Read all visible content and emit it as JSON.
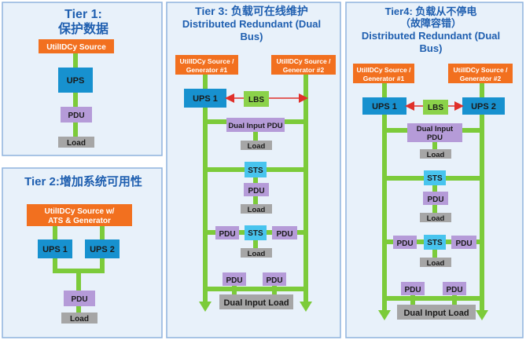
{
  "colors": {
    "panel_bg": "#e8f1fa",
    "panel_border": "#8fb3dd",
    "title": "#1f5fb0",
    "source": "#f2701f",
    "ups": "#1791cf",
    "pdu": "#b59bd8",
    "load": "#a6a6a6",
    "sts": "#48c4ee",
    "lbs": "#8bd24a",
    "line": "#7ccb3a",
    "link": "#e0302a"
  },
  "tier1": {
    "title": "Tier 1:",
    "subtitle": "保护数据",
    "source": "UtilIDCy Source",
    "ups": "UPS",
    "pdu": "PDU",
    "load": "Load"
  },
  "tier2": {
    "title": "Tier 2:增加系统可用性",
    "source_line1": "UtilIDCy Source w/",
    "source_line2": "ATS & Generator",
    "ups1": "UPS 1",
    "ups2": "UPS 2",
    "pdu": "PDU",
    "load": "Load"
  },
  "tier3": {
    "title": "Tier 3: 负载可在线维护",
    "subtitle_line1": "Distributed Redundant (Dual",
    "subtitle_line2": "Bus)",
    "source1_line1": "UtilIDCy Source /",
    "source1_line2": "Generator #1",
    "source2_line1": "UtilIDCy Source /",
    "source2_line2": "Generator #2",
    "ups1": "UPS 1",
    "lbs": "LBS",
    "dual_pdu": "Dual Input PDU",
    "load": "Load",
    "sts": "STS",
    "pdu": "PDU",
    "dual_load": "Dual Input Load"
  },
  "tier4": {
    "title": "Tier4: 负载从不停电",
    "subtitle_cn": "（故障容错）",
    "subtitle_line1": "Distributed Redundant (Dual",
    "subtitle_line2": "Bus)",
    "source1_line1": "UtilIDCy Source /",
    "source1_line2": "Generator #1",
    "source2_line1": "UtilIDCy Source /",
    "source2_line2": "Generator #2",
    "ups1": "UPS 1",
    "ups2": "UPS 2",
    "lbs": "LBS",
    "dual_pdu_line1": "Dual Input",
    "dual_pdu_line2": "PDU",
    "load": "Load",
    "sts": "STS",
    "pdu": "PDU",
    "dual_load": "Dual Input Load"
  }
}
